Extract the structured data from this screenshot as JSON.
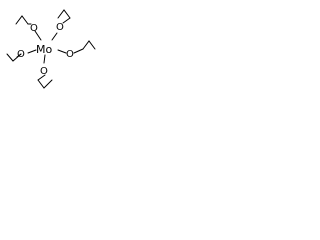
{
  "molecule": {
    "central_atom": "Mo",
    "ligand_atom": "O",
    "ligand_count": 5
  },
  "colors": {
    "background": "#ffffff",
    "ink": "#000000"
  }
}
